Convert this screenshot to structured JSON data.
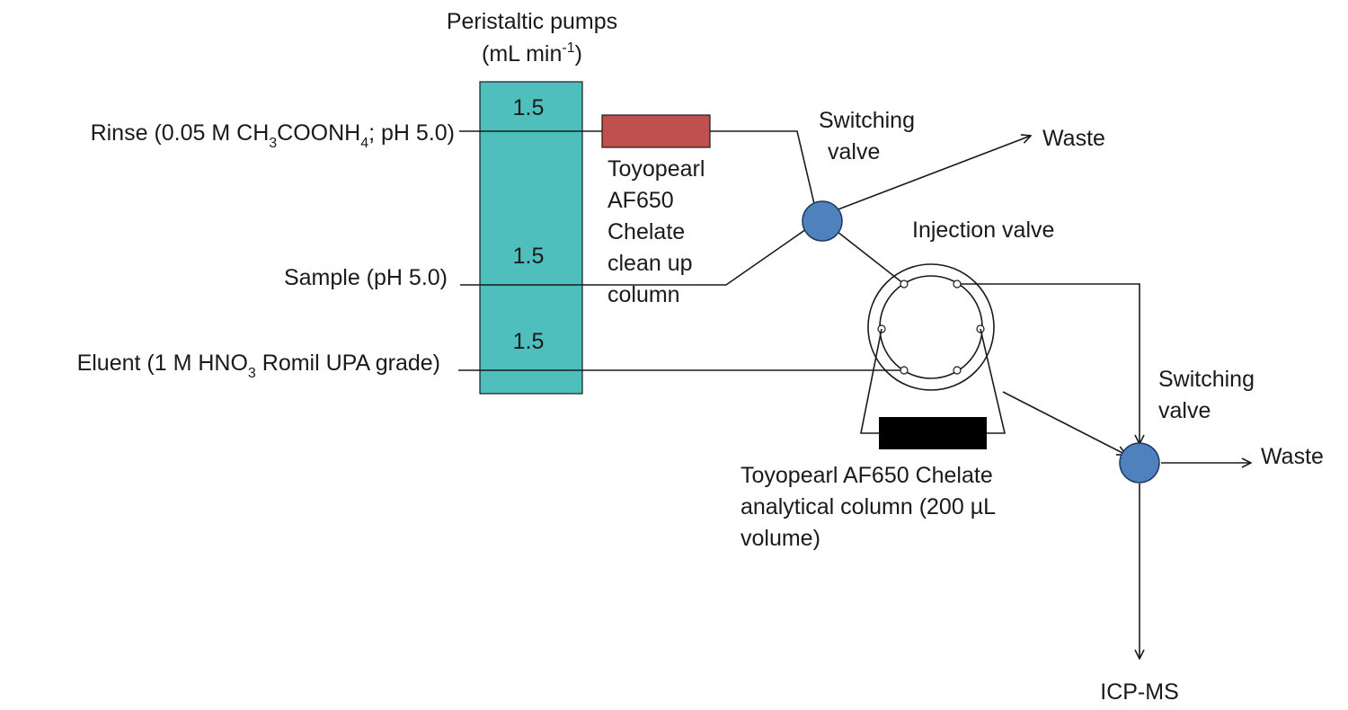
{
  "pumps": {
    "title": "Peristaltic pumps",
    "unit_main": "(mL min",
    "unit_sup": "-1",
    "unit_close": ")",
    "rates": [
      "1.5",
      "1.5",
      "1.5"
    ],
    "color": "#4fbfbd"
  },
  "inputs": {
    "rinse": {
      "prefix": "Rinse (0.05 M CH",
      "sub1": "3",
      "mid": "COONH",
      "sub2": "4",
      "suffix": "; pH 5.0)"
    },
    "sample": {
      "text": "Sample (pH 5.0)"
    },
    "eluent": {
      "prefix": "Eluent  (1 M HNO",
      "sub": "3",
      "suffix": " Romil UPA grade)"
    }
  },
  "cleanup_column": {
    "lines": [
      "Toyopearl",
      "AF650",
      "Chelate",
      "clean up",
      "column"
    ],
    "color": "#c0504d"
  },
  "switching_valve_1": {
    "lines": [
      "Switching",
      "valve"
    ],
    "color": "#4f81bd"
  },
  "switching_valve_2": {
    "lines": [
      "Switching",
      "valve"
    ],
    "color": "#4f81bd"
  },
  "waste_1": "Waste",
  "waste_2": "Waste",
  "injection_valve": {
    "label": "Injection  valve"
  },
  "analytical_column": {
    "lines": [
      "Toyopearl  AF650 Chelate",
      "analytical  column  (200 µL",
      "volume)"
    ],
    "color": "#000000"
  },
  "detector": "ICP-MS"
}
